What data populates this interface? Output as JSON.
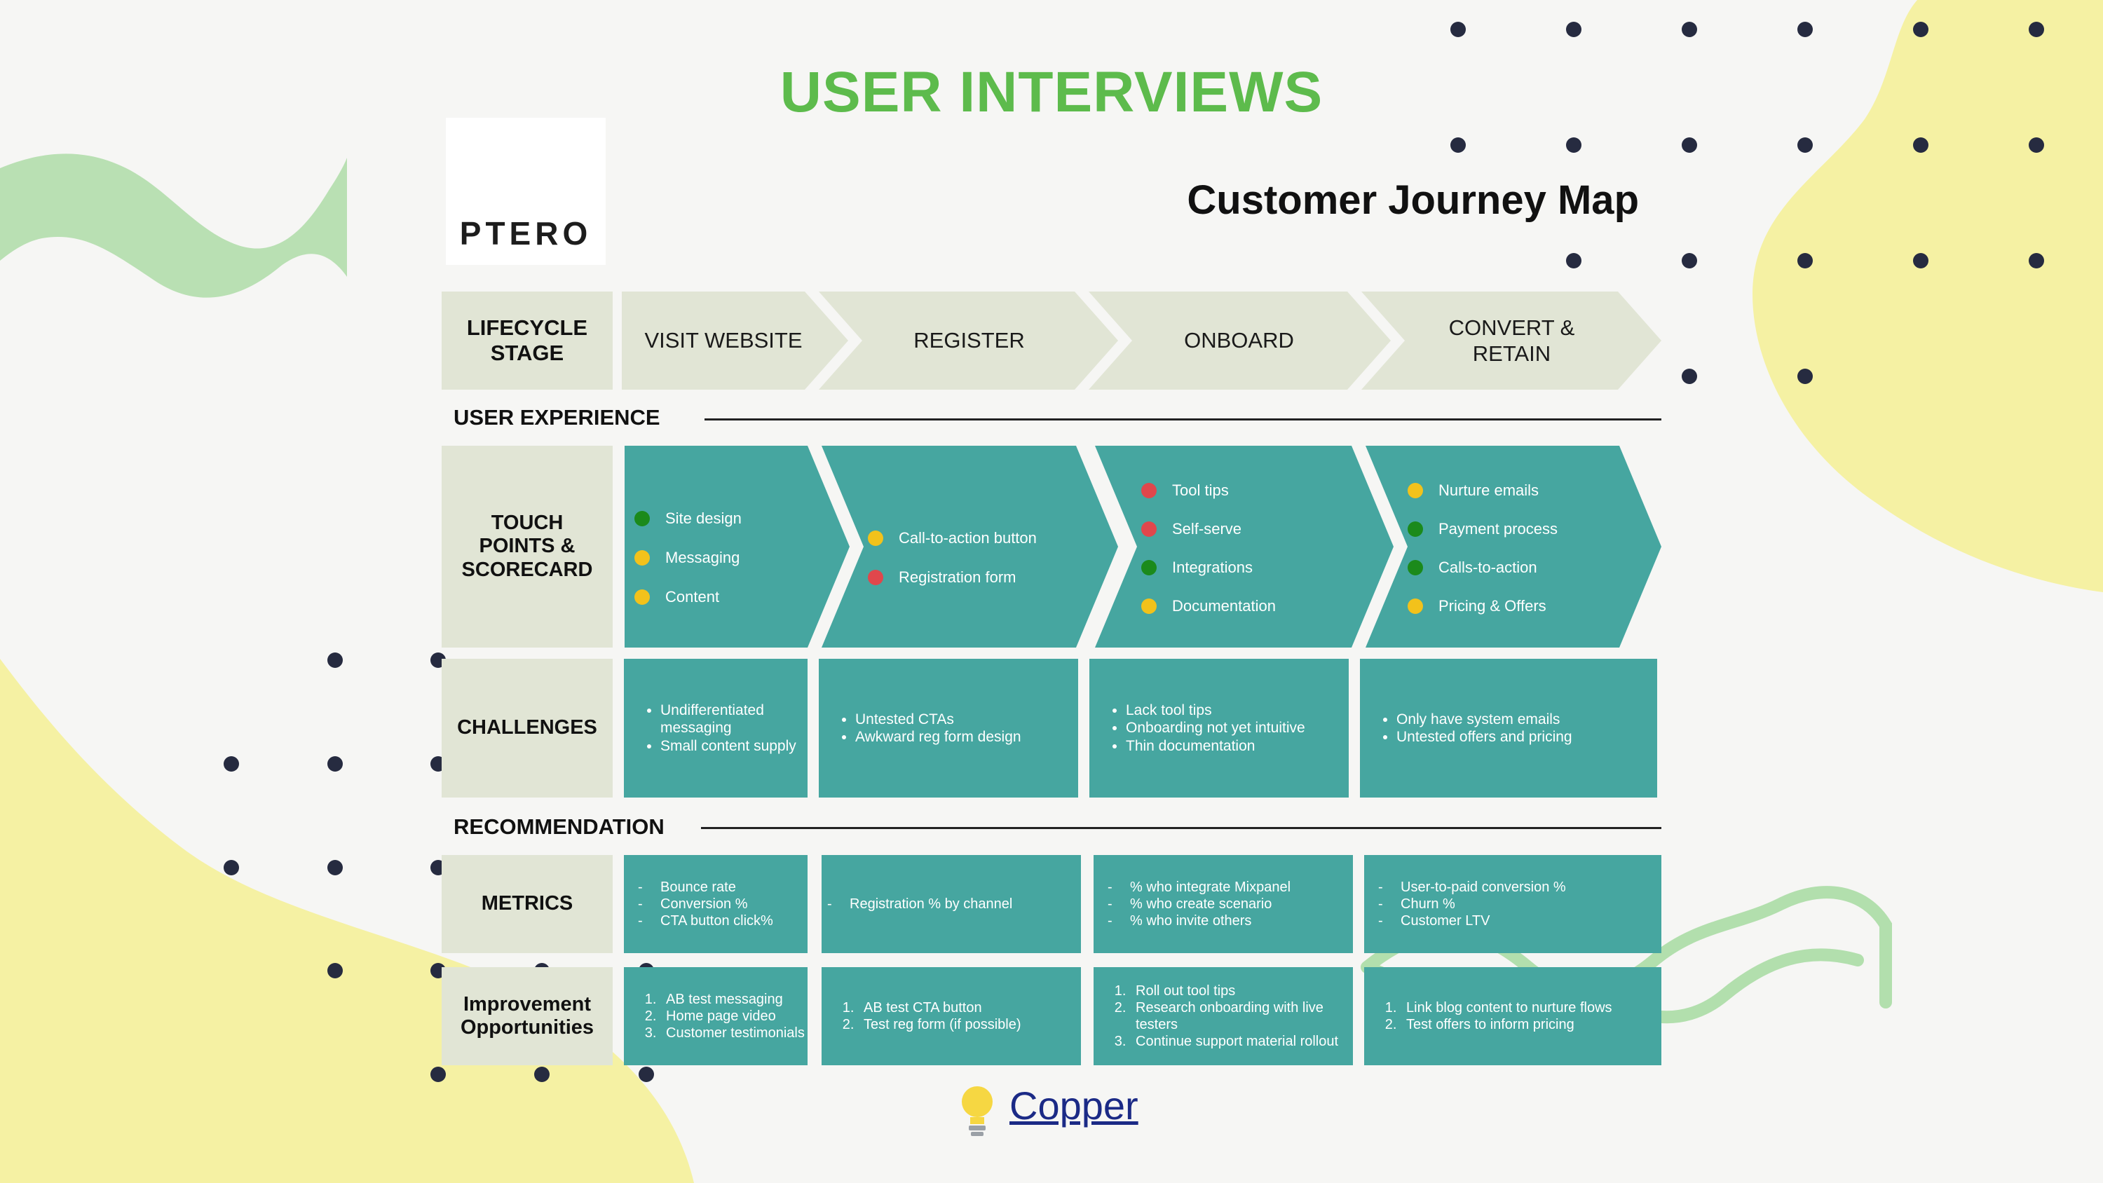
{
  "header": {
    "title": "USER INTERVIEWS",
    "subtitle": "Customer Journey Map",
    "logo_text": "PTERO"
  },
  "colors": {
    "title_green": "#5dbb4c",
    "teal": "#46a6a0",
    "stage_fill": "#e1e5d5",
    "dot_green": "#1b8a1b",
    "dot_yellow": "#f2c21b",
    "dot_red": "#e0474c"
  },
  "rows": {
    "lifecycle": "LIFECYCLE\nSTAGE",
    "touch": "TOUCH\nPOINTS &\nSCORECARD",
    "challenges": "CHALLENGES",
    "metrics": "METRICS",
    "improvement": "Improvement\nOpportunities"
  },
  "sections": {
    "user_experience": "USER EXPERIENCE",
    "recommendation": "RECOMMENDATION"
  },
  "stages": [
    {
      "name": "VISIT WEBSITE",
      "touchpoints": [
        {
          "label": "Site design",
          "status": "green"
        },
        {
          "label": "Messaging",
          "status": "yellow"
        },
        {
          "label": "Content",
          "status": "yellow"
        }
      ],
      "challenges": [
        "Undifferentiated messaging",
        "Small content supply"
      ],
      "metrics": [
        "Bounce rate",
        "Conversion %",
        "CTA button click%"
      ],
      "improvements": [
        "AB test messaging",
        "Home page video",
        "Customer testimonials"
      ]
    },
    {
      "name": "REGISTER",
      "touchpoints": [
        {
          "label": "Call-to-action button",
          "status": "yellow"
        },
        {
          "label": "Registration form",
          "status": "red"
        }
      ],
      "challenges": [
        "Untested CTAs",
        "Awkward reg form design"
      ],
      "metrics": [
        "Registration % by channel"
      ],
      "improvements": [
        "AB test CTA button",
        "Test reg form (if possible)"
      ]
    },
    {
      "name": "ONBOARD",
      "touchpoints": [
        {
          "label": "Tool tips",
          "status": "red"
        },
        {
          "label": "Self-serve",
          "status": "red"
        },
        {
          "label": "Integrations",
          "status": "green"
        },
        {
          "label": "Documentation",
          "status": "yellow"
        }
      ],
      "challenges": [
        "Lack tool tips",
        "Onboarding not yet intuitive",
        "Thin documentation"
      ],
      "metrics": [
        "% who integrate Mixpanel",
        "% who create scenario",
        "% who invite others"
      ],
      "improvements": [
        "Roll out tool tips",
        "Research onboarding with live testers",
        "Continue support material rollout"
      ]
    },
    {
      "name": "CONVERT &\nRETAIN",
      "touchpoints": [
        {
          "label": "Nurture emails",
          "status": "yellow"
        },
        {
          "label": "Payment process",
          "status": "green"
        },
        {
          "label": "Calls-to-action",
          "status": "green"
        },
        {
          "label": "Pricing & Offers",
          "status": "yellow"
        }
      ],
      "challenges": [
        "Only have system emails",
        "Untested offers and pricing"
      ],
      "metrics": [
        "User-to-paid conversion %",
        "Churn %",
        "Customer LTV"
      ],
      "improvements": [
        "Link blog content to nurture flows",
        "Test offers to inform pricing"
      ]
    }
  ],
  "source": {
    "icon": "lightbulb-icon",
    "label": "Copper"
  }
}
